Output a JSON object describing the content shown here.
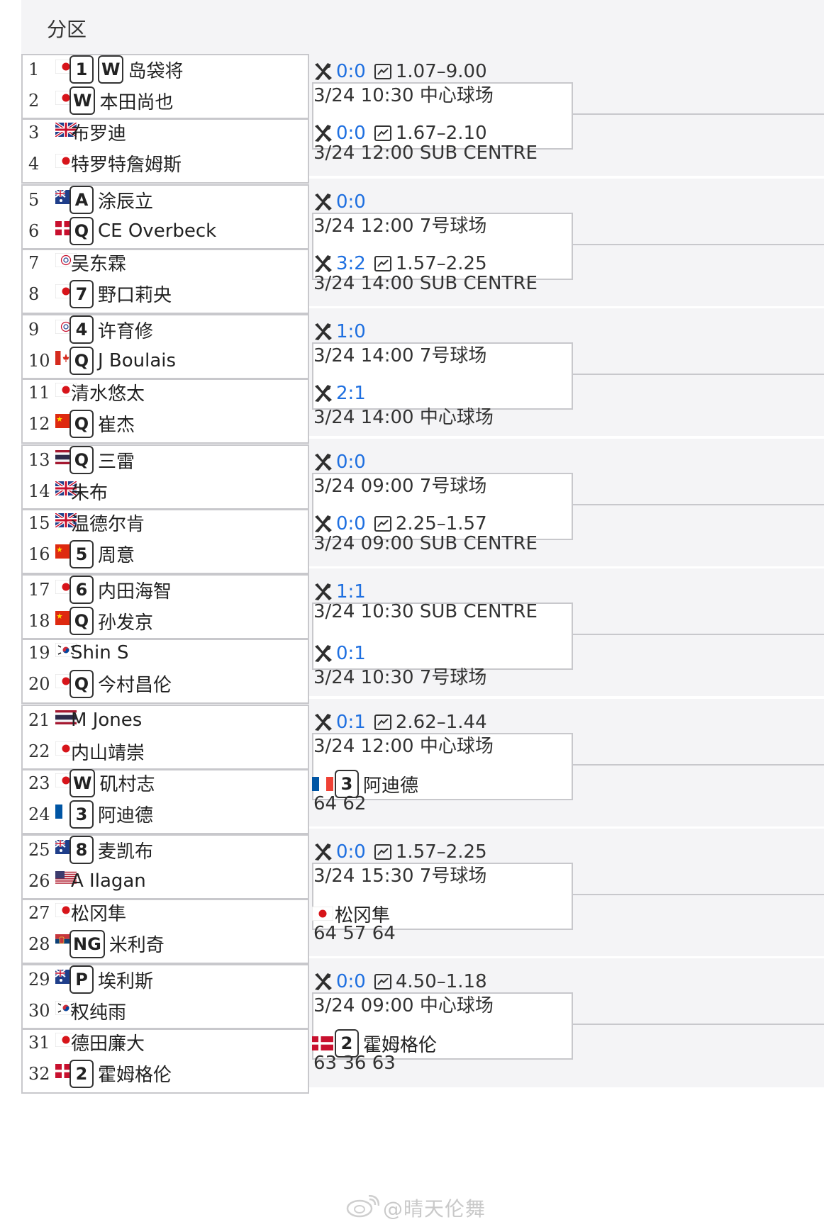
{
  "page": {
    "title": "分区"
  },
  "flags": {
    "jp": "japan-flag-icon",
    "gb": "uk-flag-icon",
    "au": "australia-flag-icon",
    "dk": "denmark-flag-icon",
    "tw": "chinese-taipei-flag-icon",
    "ca": "canada-flag-icon",
    "cn": "china-flag-icon",
    "th": "thailand-flag-icon",
    "kr": "korea-flag-icon",
    "fr": "france-flag-icon",
    "us": "usa-flag-icon",
    "rs": "serbia-flag-icon"
  },
  "players": [
    {
      "num": "1",
      "flag": "jp",
      "seeds": [
        "1",
        "W"
      ],
      "name": "岛袋将"
    },
    {
      "num": "2",
      "flag": "jp",
      "seeds": [
        "W"
      ],
      "name": "本田尚也"
    },
    {
      "num": "3",
      "flag": "gb",
      "seeds": [],
      "name": "布罗迪"
    },
    {
      "num": "4",
      "flag": "jp",
      "seeds": [],
      "name": "特罗特詹姆斯"
    },
    {
      "num": "5",
      "flag": "au",
      "seeds": [
        "A"
      ],
      "name": "涂辰立"
    },
    {
      "num": "6",
      "flag": "dk",
      "seeds": [
        "Q"
      ],
      "name": "CE Overbeck"
    },
    {
      "num": "7",
      "flag": "tw",
      "seeds": [],
      "name": "吴东霖"
    },
    {
      "num": "8",
      "flag": "jp",
      "seeds": [
        "7"
      ],
      "name": "野口莉央"
    },
    {
      "num": "9",
      "flag": "tw",
      "seeds": [
        "4"
      ],
      "name": "许育修"
    },
    {
      "num": "10",
      "flag": "ca",
      "seeds": [
        "Q"
      ],
      "name": "J Boulais"
    },
    {
      "num": "11",
      "flag": "jp",
      "seeds": [],
      "name": "清水悠太"
    },
    {
      "num": "12",
      "flag": "cn",
      "seeds": [
        "Q"
      ],
      "name": "崔杰"
    },
    {
      "num": "13",
      "flag": "th",
      "seeds": [
        "Q"
      ],
      "name": "三雷"
    },
    {
      "num": "14",
      "flag": "gb",
      "seeds": [],
      "name": "朱布"
    },
    {
      "num": "15",
      "flag": "gb",
      "seeds": [],
      "name": "温德尔肯"
    },
    {
      "num": "16",
      "flag": "cn",
      "seeds": [
        "5"
      ],
      "name": "周意"
    },
    {
      "num": "17",
      "flag": "jp",
      "seeds": [
        "6"
      ],
      "name": "内田海智"
    },
    {
      "num": "18",
      "flag": "cn",
      "seeds": [
        "Q"
      ],
      "name": "孙发京"
    },
    {
      "num": "19",
      "flag": "kr",
      "seeds": [],
      "name": "Shin S"
    },
    {
      "num": "20",
      "flag": "jp",
      "seeds": [
        "Q"
      ],
      "name": "今村昌伦"
    },
    {
      "num": "21",
      "flag": "th",
      "seeds": [],
      "name": "M Jones"
    },
    {
      "num": "22",
      "flag": "jp",
      "seeds": [],
      "name": "内山靖崇"
    },
    {
      "num": "23",
      "flag": "jp",
      "seeds": [
        "W"
      ],
      "name": "矶村志"
    },
    {
      "num": "24",
      "flag": "fr",
      "seeds": [
        "3"
      ],
      "name": "阿迪德"
    },
    {
      "num": "25",
      "flag": "au",
      "seeds": [
        "8"
      ],
      "name": "麦凯布"
    },
    {
      "num": "26",
      "flag": "us",
      "seeds": [],
      "name": "A Ilagan"
    },
    {
      "num": "27",
      "flag": "jp",
      "seeds": [],
      "name": "松冈隼"
    },
    {
      "num": "28",
      "flag": "rs",
      "seeds": [
        "NG"
      ],
      "name": "米利奇"
    },
    {
      "num": "29",
      "flag": "au",
      "seeds": [
        "P"
      ],
      "name": "埃利斯"
    },
    {
      "num": "30",
      "flag": "kr",
      "seeds": [],
      "name": "权纯雨"
    },
    {
      "num": "31",
      "flag": "jp",
      "seeds": [],
      "name": "德田廉大"
    },
    {
      "num": "32",
      "flag": "dk",
      "seeds": [
        "2"
      ],
      "name": "霍姆格伦"
    }
  ],
  "matches": [
    {
      "type": "live",
      "score": "0:0",
      "odds": "1.07–9.00",
      "sub": "3/24 10:30 中心球场"
    },
    {
      "type": "live",
      "score": "0:0",
      "odds": "1.67–2.10",
      "sub": "3/24 12:00 SUB CENTRE"
    },
    {
      "type": "live",
      "score": "0:0",
      "odds": "",
      "sub": "3/24 12:00 7号球场"
    },
    {
      "type": "live",
      "score": "3:2",
      "odds": "1.57–2.25",
      "sub": "3/24 14:00 SUB CENTRE"
    },
    {
      "type": "live",
      "score": "1:0",
      "odds": "",
      "sub": "3/24 14:00 7号球场"
    },
    {
      "type": "live",
      "score": "2:1",
      "odds": "",
      "sub": "3/24 14:00 中心球场"
    },
    {
      "type": "live",
      "score": "0:0",
      "odds": "",
      "sub": "3/24 09:00 7号球场"
    },
    {
      "type": "live",
      "score": "0:0",
      "odds": "2.25–1.57",
      "sub": "3/24 09:00 SUB CENTRE"
    },
    {
      "type": "live",
      "score": "1:1",
      "odds": "",
      "sub": "3/24 10:30 SUB CENTRE"
    },
    {
      "type": "live",
      "score": "0:1",
      "odds": "",
      "sub": "3/24 10:30 7号球场"
    },
    {
      "type": "live",
      "score": "0:1",
      "odds": "2.62–1.44",
      "sub": "3/24 12:00 中心球场"
    },
    {
      "type": "result",
      "flag": "fr",
      "seeds": [
        "3"
      ],
      "name": "阿迪德",
      "sub": "64 62"
    },
    {
      "type": "live",
      "score": "0:0",
      "odds": "1.57–2.25",
      "sub": "3/24 15:30 7号球场"
    },
    {
      "type": "result",
      "flag": "jp",
      "seeds": [],
      "name": "松冈隼",
      "sub": "64 57 64"
    },
    {
      "type": "live",
      "score": "0:0",
      "odds": "4.50–1.18",
      "sub": "3/24 09:00 中心球场"
    },
    {
      "type": "result",
      "flag": "dk",
      "seeds": [
        "2"
      ],
      "name": "霍姆格伦",
      "sub": "63 36 63"
    }
  ],
  "watermark": "@晴天伦舞"
}
